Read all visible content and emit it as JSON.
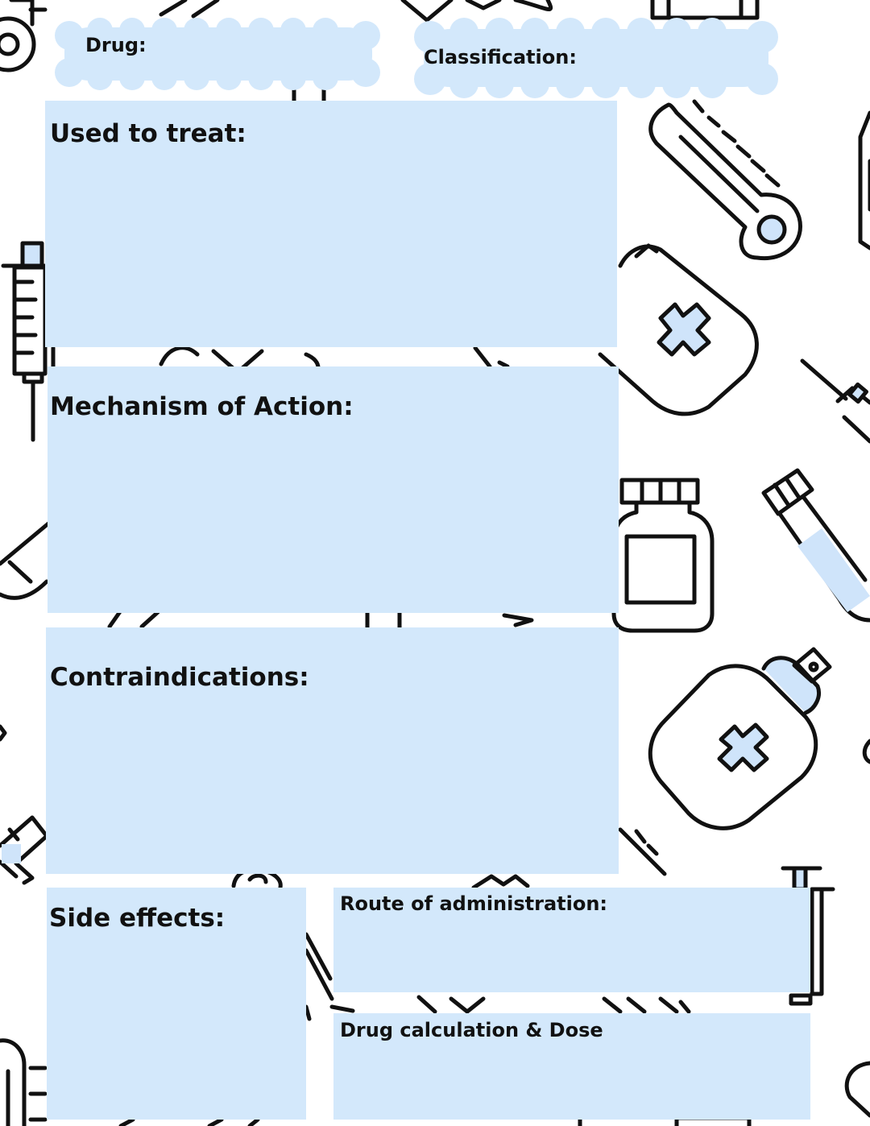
{
  "worksheet": {
    "drug_label": "Drug:",
    "classification_label": "Classification:",
    "used_to_treat_label": "Used to treat:",
    "mechanism_label": "Mechanism of Action:",
    "contraindications_label": "Contraindications:",
    "side_effects_label": "Side effects:",
    "route_label": "Route of administration:",
    "dose_label": "Drug calculation & Dose"
  },
  "colors": {
    "box_fill": "#d3e8fb",
    "icon_stroke": "#111111",
    "icon_accent": "#cfe4fa",
    "background": "#ffffff"
  },
  "background_icons": [
    "thermometer-icon",
    "syringe-icon",
    "medicine-bottle-icon",
    "pill-jar-icon",
    "test-tube-icon",
    "spray-bottle-icon"
  ]
}
